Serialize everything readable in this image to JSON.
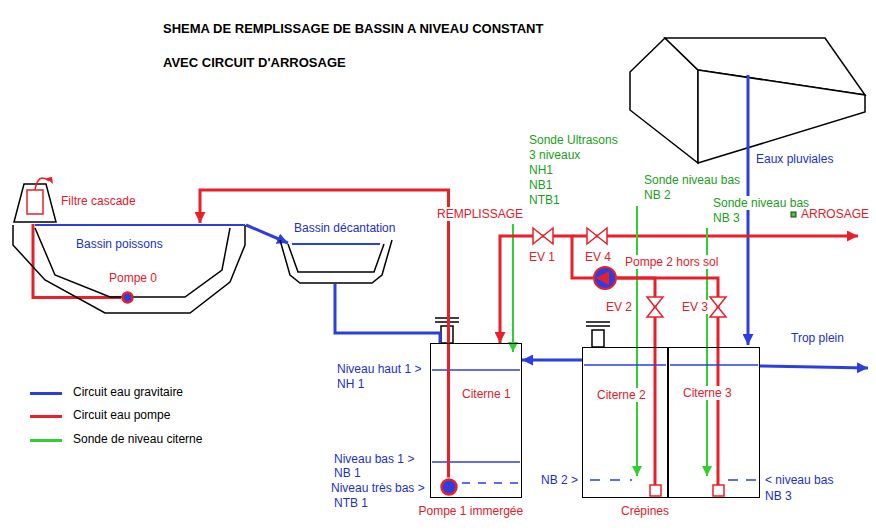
{
  "diagram": {
    "title": "SHEMA DE REMPLISSAGE DE BASSIN A NIVEAU CONSTANT AVEC CIRCUIT D'ARROSAGE",
    "nodes": [
      {
        "text": [
          "Filtre cascade"
        ]
      },
      {
        "text": [
          "Bassin poissons"
        ]
      },
      {
        "text": [
          "Pompe 0"
        ],
        "in": 1
      },
      {
        "text": [
          "Bassin décantation"
        ]
      },
      {
        "text": [
          "Citerne 1"
        ]
      },
      {
        "text": [
          "Pompe 1 immergée"
        ],
        "in": 4
      },
      {
        "text": [
          "Pompe 2 hors sol"
        ]
      },
      {
        "text": [
          "Citerne 2"
        ]
      },
      {
        "text": [
          "Citerne 3"
        ]
      }
    ],
    "edges": [
      {
        "from": 2,
        "to": 0,
        "arrow": "none"
      },
      {
        "from": 1,
        "to": 3,
        "arrow": "to"
      },
      {
        "from": 3,
        "to": 4,
        "arrow": "none"
      },
      {
        "from": 5,
        "to": 1,
        "arrow": "to"
      },
      {
        "from": 6,
        "to": 4,
        "label": "REMPLISSAGE",
        "arrow": "to"
      },
      {
        "from": 7,
        "to": 6,
        "arrow": "none"
      },
      {
        "from": 8,
        "to": 6,
        "arrow": "none"
      },
      {
        "from": 7,
        "to": 4,
        "arrow": "to"
      }
    ],
    "labels": [
      "Sonde Ultrasons",
      "3 niveaux",
      "NH1",
      "NB1",
      "NTB1",
      "Sonde niveau bas",
      "NB 2",
      "Sonde niveau bas",
      "NB 3",
      "ARROSAGE",
      "Eaux pluviales",
      "EV 1",
      "EV 4",
      "EV 2",
      "EV 3",
      "Trop plein",
      "Niveau haut 1 >",
      "NH 1",
      "Niveau bas 1 >",
      "NB 1",
      "Niveau très bas >",
      "NTB 1",
      "NB 2 >",
      "< niveau bas",
      "NB 3",
      "Crépines"
    ],
    "legend": [
      {
        "text": "Circuit eau gravitaire",
        "color": "#2b3fe0"
      },
      {
        "text": "Circuit eau pompe",
        "color": "#e8202a"
      },
      {
        "text": "Sonde de niveau citerne",
        "color": "#2fd02f"
      }
    ]
  }
}
